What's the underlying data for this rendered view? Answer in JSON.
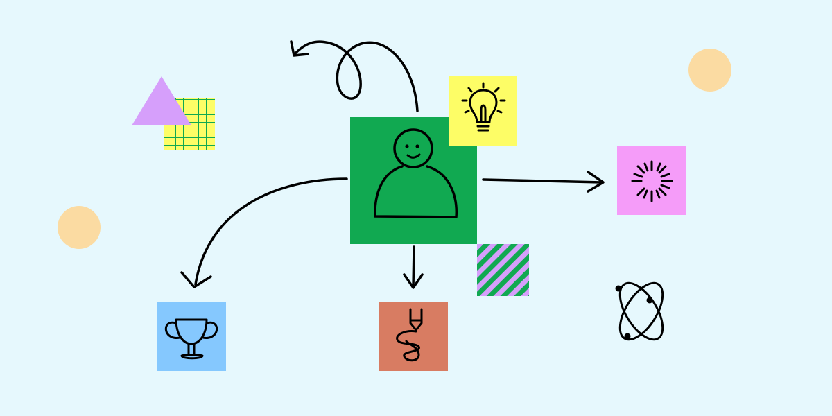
{
  "colors": {
    "background": "#e6f8fd",
    "person_card": "#11a951",
    "lightbulb_card": "#fdfd66",
    "sparkle_card": "#f59cf9",
    "trophy_card": "#85c8fe",
    "pen_card": "#d87c62",
    "triangle": "#d69ffb",
    "grid_fill": "#fdfd66",
    "grid_lines": "#11a951",
    "stripes_a": "#11a951",
    "stripes_b": "#d69ffb",
    "circle": "#fbdba2",
    "ink": "#000000"
  },
  "icons": [
    "person-icon",
    "lightbulb-icon",
    "sparkle-icon",
    "trophy-icon",
    "pen-scribble-icon",
    "atom-icon"
  ],
  "decorations": [
    "purple-triangle",
    "yellow-grid-square",
    "striped-square",
    "peach-circle-left",
    "peach-circle-right"
  ],
  "arrows": [
    "loop-arrow-up-left",
    "curved-arrow-down-left",
    "arrow-down",
    "arrow-right"
  ]
}
